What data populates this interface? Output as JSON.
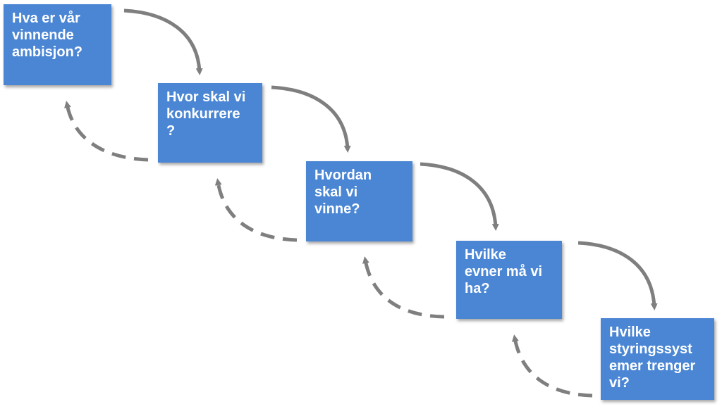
{
  "diagram": {
    "steps": [
      {
        "label": "Hva er vår\nvinnende\nambisjon?"
      },
      {
        "label": "Hvor skal vi\nkonkurrere\n?"
      },
      {
        "label": "Hvordan\nskal vi\nvinne?"
      },
      {
        "label": "Hvilke\nevner må vi\nha?"
      },
      {
        "label": "Hvilke\nstyringssyst\nemer trenger\nvi?"
      }
    ],
    "colors": {
      "box_fill": "#4a86d4",
      "box_text": "#ffffff",
      "arrow": "#7f7f7f"
    }
  }
}
